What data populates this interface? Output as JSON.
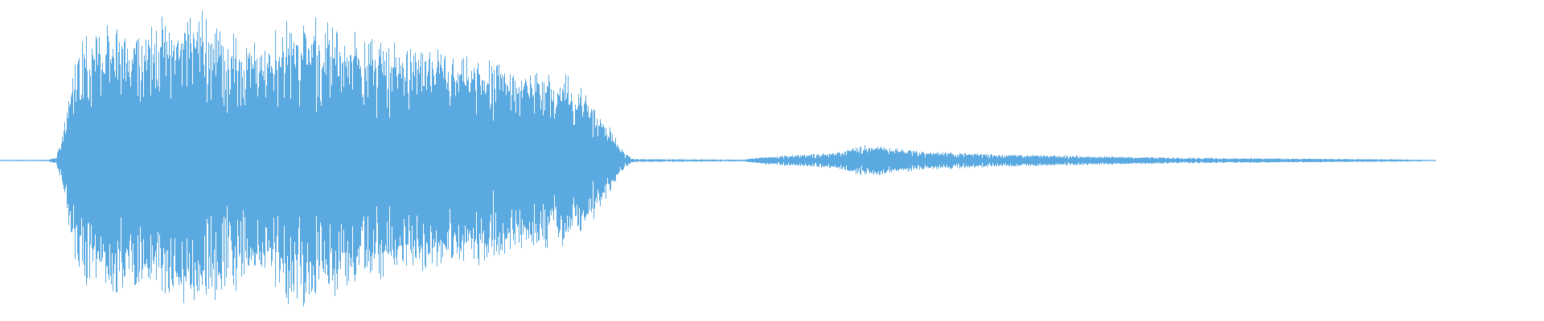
{
  "waveform": {
    "color": "#5AA9E0",
    "background": "#FFFFFF",
    "amplitude_envelope": [
      [
        0.0,
        0.004
      ],
      [
        0.03,
        0.004
      ],
      [
        0.036,
        0.02
      ],
      [
        0.04,
        0.15
      ],
      [
        0.045,
        0.55
      ],
      [
        0.055,
        0.8
      ],
      [
        0.07,
        0.85
      ],
      [
        0.1,
        0.87
      ],
      [
        0.13,
        0.95
      ],
      [
        0.155,
        0.78
      ],
      [
        0.17,
        0.72
      ],
      [
        0.19,
        0.95
      ],
      [
        0.21,
        0.9
      ],
      [
        0.24,
        0.78
      ],
      [
        0.27,
        0.7
      ],
      [
        0.3,
        0.65
      ],
      [
        0.33,
        0.62
      ],
      [
        0.36,
        0.57
      ],
      [
        0.375,
        0.5
      ],
      [
        0.385,
        0.35
      ],
      [
        0.395,
        0.2
      ],
      [
        0.403,
        0.06
      ],
      [
        0.41,
        0.01
      ],
      [
        0.48,
        0.006
      ],
      [
        0.5,
        0.03
      ],
      [
        0.54,
        0.05
      ],
      [
        0.56,
        0.1
      ],
      [
        0.6,
        0.06
      ],
      [
        0.65,
        0.04
      ],
      [
        0.7,
        0.03
      ],
      [
        0.76,
        0.02
      ],
      [
        0.85,
        0.012
      ],
      [
        0.9,
        0.008
      ],
      [
        0.92,
        0.006
      ],
      [
        0.93,
        0.0
      ],
      [
        1.0,
        0.0
      ]
    ]
  }
}
